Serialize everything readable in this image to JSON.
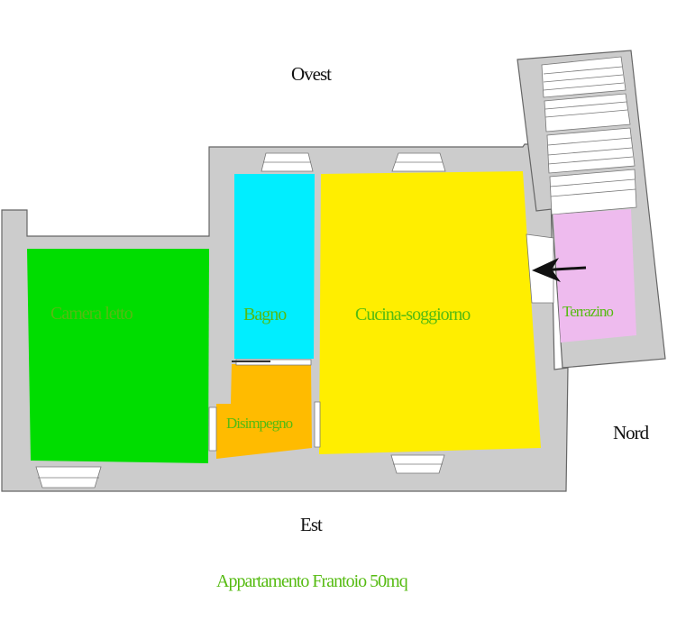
{
  "compass": {
    "west": "Ovest",
    "east": "Est",
    "north": "Nord"
  },
  "rooms": {
    "bedroom": {
      "label": "Camera letto",
      "color": "#00dd00"
    },
    "bathroom": {
      "label": "Bagno",
      "color": "#00eeff"
    },
    "kitchen": {
      "label": "Cucina-soggiorno",
      "color": "#ffee00"
    },
    "hall": {
      "label": "Disimpegno",
      "color": "#ffbb00"
    },
    "terrace": {
      "label": "Terrazino",
      "color": "#eebbee"
    }
  },
  "caption": "Appartamento Frantoio 50mq",
  "colors": {
    "wall": "#cccccc",
    "wall_outline": "#666666",
    "label_green": "#55bb11",
    "compass_text": "#111111"
  }
}
